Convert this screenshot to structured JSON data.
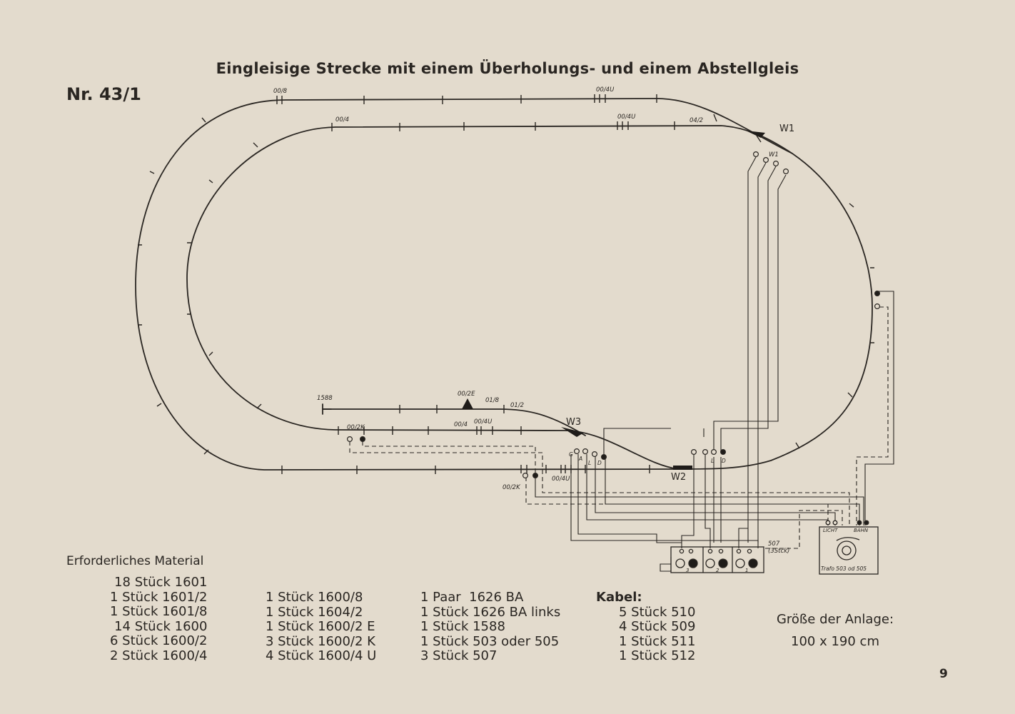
{
  "title": "Eingleisige Strecke mit einem Überholungs- und einem Abstellgleis",
  "plan_number": "Nr. 43/1",
  "track_labels": {
    "outer_top_left": "00/8",
    "outer_top_right": "00/4U",
    "inner_top_left": "00/4",
    "inner_top_mid": "00/4U",
    "inner_top_right": "04/2",
    "w1": "W1",
    "w1_small": "W1",
    "w2": "W2",
    "w3": "W3",
    "siding_buffer": "1588",
    "siding_signal": "00/2E",
    "siding_18": "01/8",
    "siding_12": "01/2",
    "passing_2k": "00/2K",
    "passing_4": "00/4",
    "passing_4u": "00/4U",
    "bottom_2k": "00/2K",
    "bottom_4u": "00/4U",
    "sw_g": "G",
    "sw_a": "A",
    "sw_l": "L",
    "sw_d": "D",
    "sw_l2": "L",
    "sw_d2": "D",
    "box_507": "507",
    "box_507_qty": "(3Stck)",
    "box_n3": "3",
    "box_n2": "2",
    "box_n1": "1",
    "trafo_licht": "LICHT",
    "trafo_bahn": "BAHN",
    "trafo_caption": "Trafo 503 od 505"
  },
  "material": {
    "heading": "Erforderliches Material",
    "col1": [
      "18 Stück 1601",
      "1 Stück 1601/2",
      "1 Stück 1601/8",
      "14 Stück 1600",
      "6 Stück 1600/2",
      "2 Stück 1600/4"
    ],
    "col2": [
      "1 Stück 1600/8",
      "1 Stück 1604/2",
      "1 Stück 1600/2 E",
      "3 Stück 1600/2 K",
      "4 Stück 1600/4 U"
    ],
    "col3": [
      "1 Paar  1626 BA",
      "1 Stück 1626 BA links",
      "1 Stück 1588",
      "1 Stück 503 oder 505",
      "3 Stück 507"
    ],
    "kabel_heading": "Kabel:",
    "kabel": [
      "5 Stück 510",
      "4 Stück 509",
      "1 Stück 511",
      "1 Stück 512"
    ]
  },
  "size": {
    "label": "Größe der Anlage:",
    "value": "100 x 190 cm"
  },
  "page_number": "9"
}
